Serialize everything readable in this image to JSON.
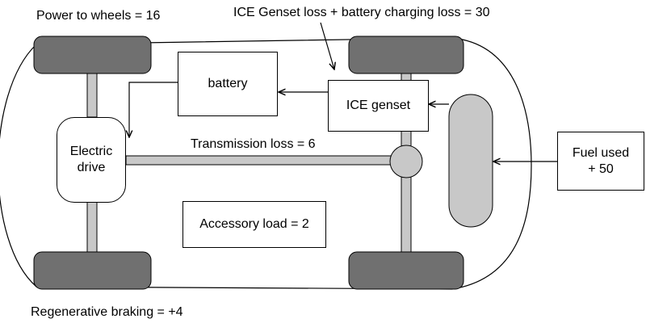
{
  "labels": {
    "power_to_wheels": "Power to wheels = 16",
    "genset_loss": "ICE Genset loss + battery charging loss = 30",
    "transmission_loss": "Transmission loss = 6",
    "regen_braking": "Regenerative braking = +4"
  },
  "boxes": {
    "battery": "battery",
    "ice_genset": "ICE genset",
    "electric_drive_line1": "Electric",
    "electric_drive_line2": "drive",
    "accessory_load": "Accessory load = 2",
    "fuel_used_line1": "Fuel used",
    "fuel_used_line2": "+ 50"
  },
  "colors": {
    "wheel_fill": "#707070",
    "axle_fill": "#c8c8c8",
    "tank_fill": "#c8c8c8",
    "outline": "#000000"
  }
}
